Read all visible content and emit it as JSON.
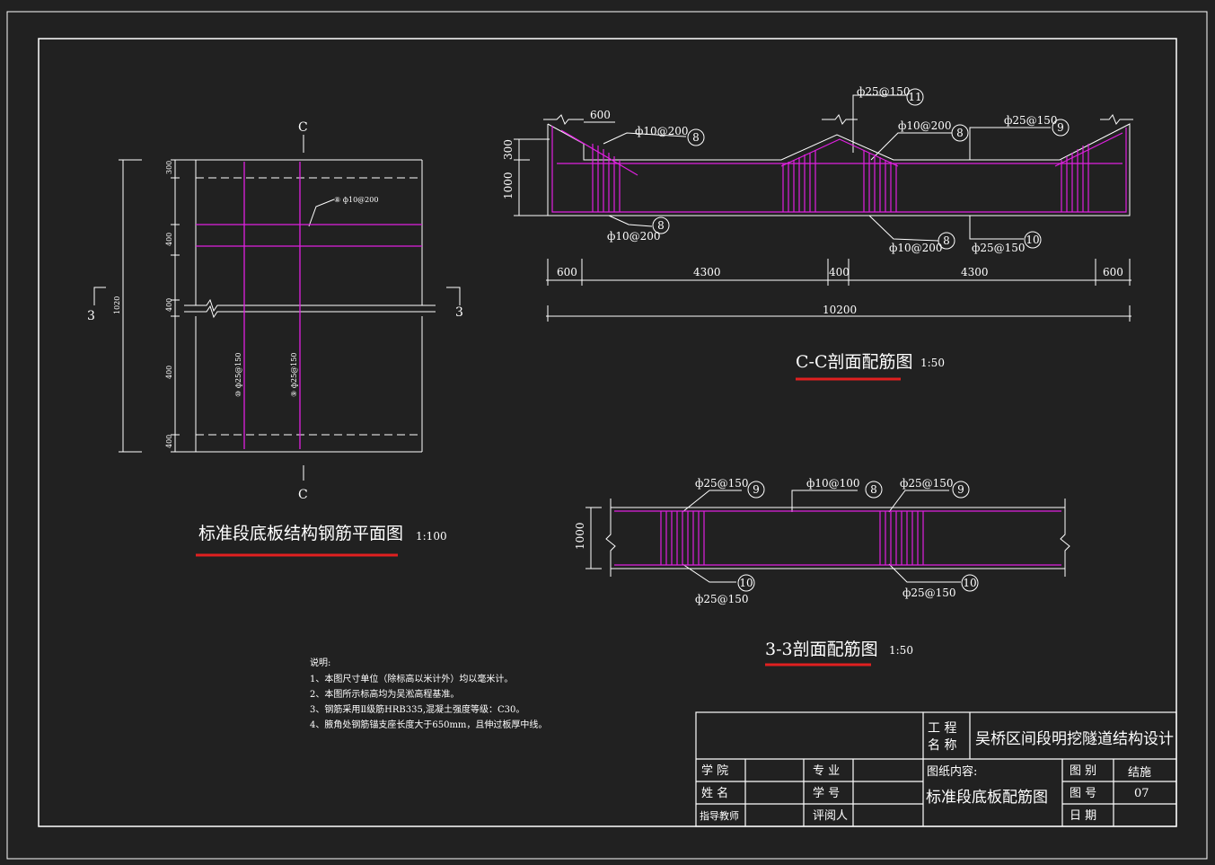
{
  "colors": {
    "background": "#212121",
    "line": "#ffffff",
    "rebar": "#e020e0",
    "underline": "#e02020"
  },
  "plan": {
    "title": "标准段底板结构钢筋平面图",
    "scale": "1:100",
    "section_c_top": "C",
    "section_c_bottom": "C",
    "section_3_left": "3",
    "section_3_right": "3",
    "dims": [
      "300",
      "400",
      "400",
      "400",
      "400"
    ],
    "total": "1020",
    "rebar_tag": "⑧ ф10@200",
    "v_tag1": "⑩ ф25@150",
    "v_tag2": "⑨ ф25@150"
  },
  "cc": {
    "title": "C-C剖面配筋图",
    "scale": "1:50",
    "dim_top": "600",
    "dim_300": "300",
    "dim_1000": "1000",
    "tags": {
      "l_top": "ф10@200",
      "l_top_n": "8",
      "l_bot": "ф10@200",
      "l_bot_n": "8",
      "m_top": "ф25@150",
      "m_top_n": "11",
      "m_mid": "ф10@200",
      "m_mid_n": "8",
      "m_bot": "ф10@200",
      "m_bot_n": "8",
      "r_top": "ф25@150",
      "r_top_n": "9",
      "r_bot": "ф25@150",
      "r_bot_n": "10"
    },
    "dims": [
      "600",
      "4300",
      "400",
      "4300",
      "600"
    ],
    "total": "10200"
  },
  "s33": {
    "title": "3-3剖面配筋图",
    "scale": "1:50",
    "dim_1000": "1000",
    "tags": {
      "t1": "ф25@150",
      "t1_n": "9",
      "t2": "ф10@100",
      "t2_n": "8",
      "t3": "ф25@150",
      "t3_n": "9",
      "b1": "ф25@150",
      "b1_n": "10",
      "b2": "ф25@150",
      "b2_n": "10"
    }
  },
  "notes": {
    "heading": "说明:",
    "items": [
      "1、本图尺寸单位（除标高以米计外）均以毫米计。",
      "2、本图所示标高均为吴淞高程基准。",
      "3、钢筋采用Ⅱ级筋HRB335,混凝土强度等级：C30。",
      "4、腋角处钢筋锚支座长度大于650mm，且伸过板厚中线。"
    ]
  },
  "titleblock": {
    "proj_label_1": "工 程",
    "proj_label_2": "名 称",
    "project": "吴桥区间段明挖隧道结构设计",
    "school": "学 院",
    "major": "专 业",
    "name": "姓 名",
    "student_no": "学 号",
    "advisor": "指导教师",
    "reviewer": "评阅人",
    "content_label": "图纸内容:",
    "content": "标准段底板配筋图",
    "category_label": "图 别",
    "category": "结施",
    "number_label": "图 号",
    "number": "07",
    "date_label": "日 期"
  }
}
